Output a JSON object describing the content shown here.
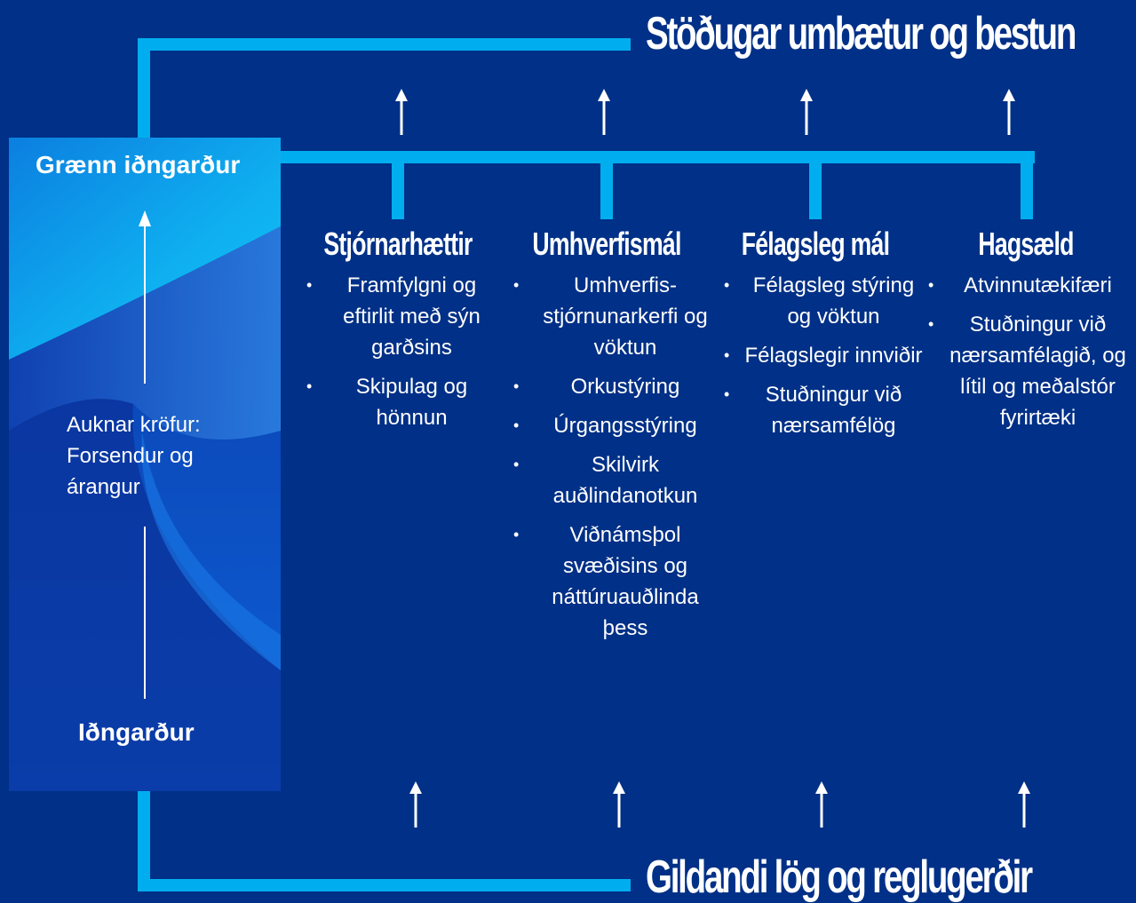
{
  "title_top": "Stöðugar umbætur og bestun",
  "title_bottom": "Gildandi lög og reglugerðir",
  "left_panel": {
    "top_label": "Grænn iðngarður",
    "bottom_label": "Iðngarður",
    "middle_lines": [
      "Auknar kröfur:",
      "Forsendur og",
      "árangur"
    ]
  },
  "columns": [
    {
      "heading": "Stjórnarhættir",
      "items": [
        "Framfylgni og eftirlit með sýn garðsins",
        "Skipulag og hönnun"
      ]
    },
    {
      "heading": "Umhverfismál",
      "items": [
        "Umhverfis-stjórnunarkerfi og vöktun",
        "Orkustýring",
        "Úrgangsstýring",
        "Skilvirk auðlindanotkun",
        "Viðnámsþol svæðisins og náttúruauðlinda þess"
      ]
    },
    {
      "heading": "Félagsleg mál",
      "items": [
        "Félagsleg stýring og vöktun",
        "Félagslegir innviðir",
        "Stuðningur við nærsamfélög"
      ]
    },
    {
      "heading": "Hagsæld",
      "items": [
        "Atvinnutækifæri",
        "Stuðningur við nærsamfélagið, og lítil og meðalstór fyrirtæki"
      ]
    }
  ],
  "colors": {
    "background": "#003087",
    "connector": "#00aeef",
    "text": "#ffffff"
  }
}
